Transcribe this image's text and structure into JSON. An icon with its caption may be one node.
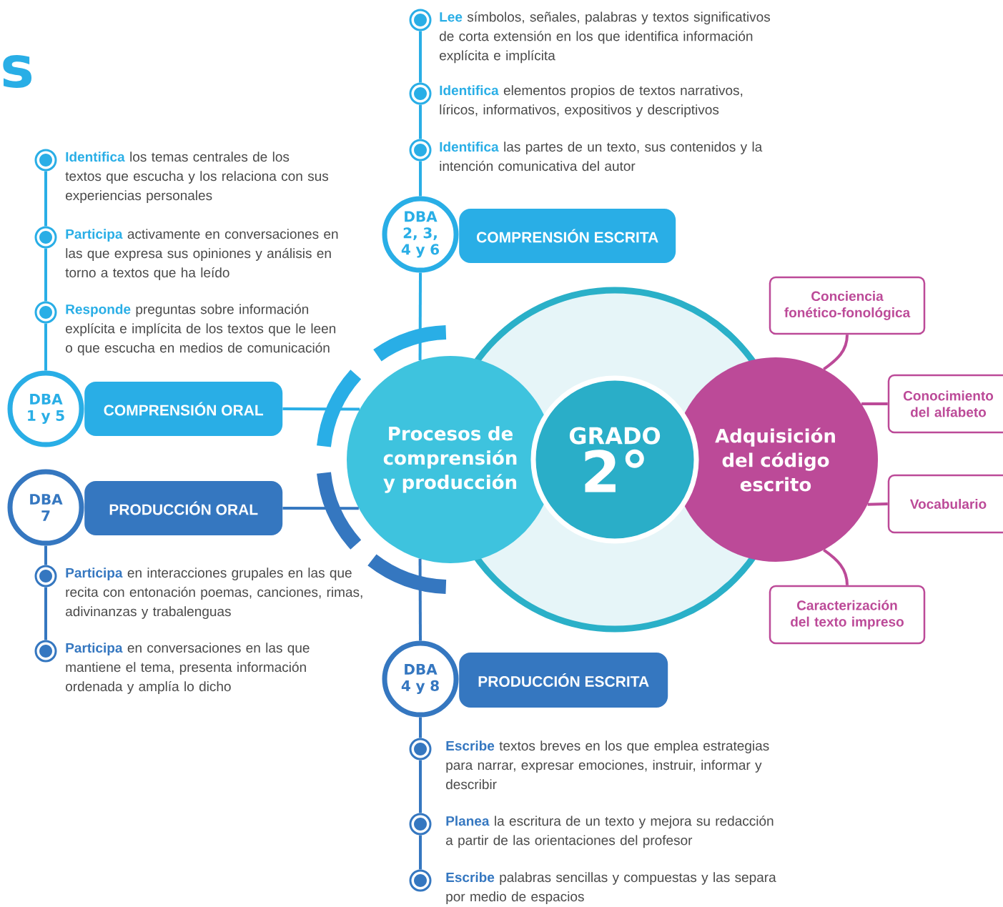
{
  "diagram": {
    "title": "s",
    "nodes": [
      {
        "text": [
          "Procesos de comprensión y producción"
        ]
      },
      {
        "text": [
          "GRADO",
          "2°"
        ]
      },
      {
        "text": [
          "Adquisición del código escrito"
        ]
      },
      {
        "text": [
          "DBA 2, 3, 4 y 6"
        ]
      },
      {
        "text": [
          "COMPRENSIÓN ESCRITA"
        ]
      },
      {
        "text": [],
        "shape": "circle",
        "beside": [
          "**Lee** símbolos, señales, palabras y textos significativos de corta extensión en los que identifica información explícita e implícita"
        ]
      },
      {
        "text": [],
        "shape": "circle",
        "beside": [
          "**Identifica** elementos propios de textos narrativos, líricos, informativos, expositivos y descriptivos"
        ]
      },
      {
        "text": [],
        "shape": "circle",
        "beside": [
          "**Identifica** las partes de un texto, sus contenidos y la intención comunicativa del autor"
        ]
      },
      {
        "text": [
          "DBA 1 y 5"
        ]
      },
      {
        "text": [
          "COMPRENSIÓN ORAL"
        ]
      },
      {
        "text": [],
        "shape": "circle",
        "beside": [
          "**Identifica** los temas centrales de los textos que escucha y los relaciona con sus experiencias personales"
        ]
      },
      {
        "text": [],
        "shape": "circle",
        "beside": [
          "**Participa** activamente en conversaciones en las que expresa sus opiniones y análisis en torno a textos que ha leído"
        ]
      },
      {
        "text": [],
        "shape": "circle",
        "beside": [
          "**Responde** preguntas sobre información explícita e implícita de los textos que le leen o que escucha en medios de comunicación"
        ]
      },
      {
        "text": [
          "DBA 7"
        ]
      },
      {
        "text": [
          "PRODUCCIÓN ORAL"
        ]
      },
      {
        "text": [],
        "shape": "circle",
        "beside": [
          "**Participa** en interacciones grupales en las que recita con entonación poemas, canciones, rimas, adivinanzas y trabalenguas"
        ]
      },
      {
        "text": [],
        "shape": "circle",
        "beside": [
          "**Participa** en conversaciones en las que mantiene el tema, presenta información ordenada y amplía lo dicho"
        ]
      },
      {
        "text": [
          "DBA 4 y 8"
        ]
      },
      {
        "text": [
          "PRODUCCIÓN ESCRITA"
        ]
      },
      {
        "text": [],
        "shape": "circle",
        "beside": [
          "**Escribe** textos breves en los que emplea estrategias para narrar, expresar emociones, instruir, informar y describir"
        ]
      },
      {
        "text": [],
        "shape": "circle",
        "beside": [
          "**Planea** la escritura de un texto y mejora su redacción a partir de las orientaciones del profesor"
        ]
      },
      {
        "text": [],
        "shape": "circle",
        "beside": [
          "**Escribe** palabras sencillas y compuestas y las separa por medio de espacios"
        ]
      },
      {
        "text": [
          "Conciencia fonético-fonológica"
        ]
      },
      {
        "text": [
          "Conocimiento del alfabeto"
        ]
      },
      {
        "text": [
          "Vocabulario"
        ]
      },
      {
        "text": [
          "Caracterización del texto impreso"
        ]
      }
    ],
    "edges": [
      {
        "from": 3,
        "to": 7,
        "arrow": "none"
      },
      {
        "from": 7,
        "to": 6,
        "arrow": "none"
      },
      {
        "from": 6,
        "to": 5,
        "arrow": "none"
      },
      {
        "from": 3,
        "to": 0,
        "arrow": "none"
      },
      {
        "from": 8,
        "to": 12,
        "arrow": "none"
      },
      {
        "from": 12,
        "to": 11,
        "arrow": "none"
      },
      {
        "from": 11,
        "to": 10,
        "arrow": "none"
      },
      {
        "from": 9,
        "to": 0,
        "arrow": "none"
      },
      {
        "from": 14,
        "to": 0,
        "arrow": "none",
        "color": "#3577c0"
      },
      {
        "from": 13,
        "to": 15,
        "arrow": "none",
        "color": "#3577c0"
      },
      {
        "from": 15,
        "to": 16,
        "arrow": "none",
        "color": "#3577c0"
      },
      {
        "from": 0,
        "to": 17,
        "arrow": "none",
        "color": "#3577c0"
      },
      {
        "from": 17,
        "to": 19,
        "arrow": "none",
        "color": "#3577c0"
      },
      {
        "from": 19,
        "to": 20,
        "arrow": "none",
        "color": "#3577c0"
      },
      {
        "from": 20,
        "to": 21,
        "arrow": "none",
        "color": "#3577c0"
      },
      {
        "from": 2,
        "to": 22,
        "arrow": "none",
        "color": "#bc4a98"
      },
      {
        "from": 2,
        "to": 23,
        "arrow": "none",
        "color": "#bc4a98"
      },
      {
        "from": 2,
        "to": 24,
        "arrow": "none",
        "color": "#bc4a98"
      },
      {
        "from": 2,
        "to": 25,
        "arrow": "none",
        "color": "#bc4a98"
      }
    ]
  }
}
